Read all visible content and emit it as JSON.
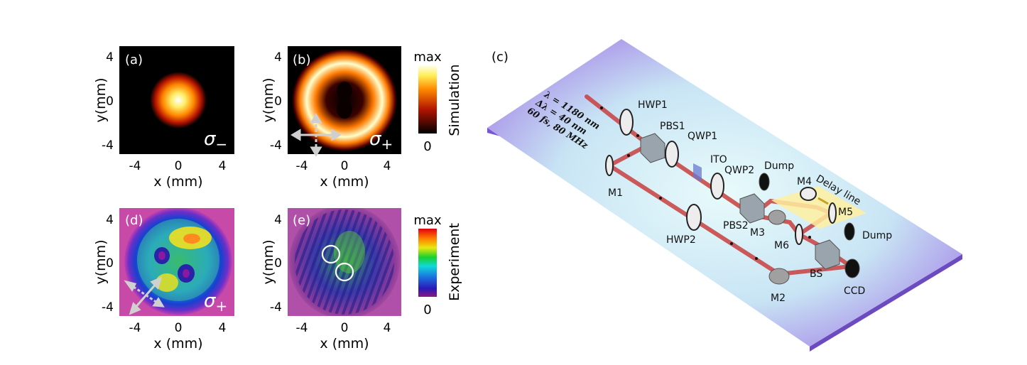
{
  "panels": {
    "a": {
      "label": "(a)",
      "polarization": "σ",
      "sub": "−"
    },
    "b": {
      "label": "(b)",
      "polarization": "σ",
      "sub": "+"
    },
    "d": {
      "label": "(d)",
      "polarization": "σ",
      "sub": "+"
    },
    "e": {
      "label": "(e)"
    },
    "c": {
      "label": "(c)"
    }
  },
  "axes": {
    "xlabel": "x (mm)",
    "ylabel": "y(mm)",
    "xticks": [
      "-4",
      "0",
      "4"
    ],
    "yticks": [
      "4",
      "0",
      "-4"
    ],
    "range": [
      -5,
      5
    ]
  },
  "colorbars": {
    "simulation": {
      "title": "Simulation",
      "max": "max",
      "min": "0",
      "colormap": "hot"
    },
    "experiment": {
      "title": "Experiment",
      "max": "max",
      "min": "0",
      "colormap": "jet"
    }
  },
  "setup": {
    "laser": {
      "wavelength": "λ = 1180 nm",
      "bandwidth": "Δλ = 40 nm",
      "pulse": "60 fs, 80 MHz"
    },
    "components": {
      "hwp1": "HWP1",
      "pbs1": "PBS1",
      "qwp1": "QWP1",
      "ito": "ITO",
      "qwp2": "QWP2",
      "dump1": "Dump",
      "m4": "M4",
      "delay": "Delay line",
      "m5": "M5",
      "m1": "M1",
      "hwp2": "HWP2",
      "pbs2": "PBS2",
      "m3": "M3",
      "m6": "M6",
      "dump2": "Dump",
      "bs": "BS",
      "m2": "M2",
      "ccd": "CCD"
    }
  },
  "colors": {
    "beam": "#c8403f",
    "table_top": "#eef6fa",
    "table_edge": "#8a68d8"
  }
}
